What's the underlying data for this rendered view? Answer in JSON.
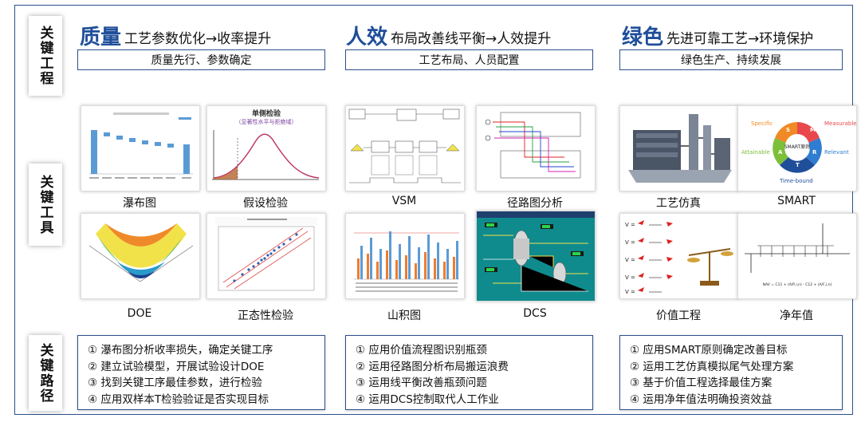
{
  "row_labels": [
    "关键工程",
    "关键工具",
    "关键路径"
  ],
  "columns": [
    {
      "big": "质量",
      "rest": "工艺参数优化→收率提升",
      "subtitle": "质量先行、参数确定",
      "tools": [
        {
          "name": "瀑布图",
          "icon": "waterfall-chart-icon"
        },
        {
          "name": "假设检验",
          "icon": "hypothesis-test-icon"
        },
        {
          "name": "DOE",
          "icon": "doe-surface-icon"
        },
        {
          "name": "正态性检验",
          "icon": "normality-plot-icon"
        }
      ],
      "paths": [
        "① 瀑布图分析收率损失，确定关键工序",
        "② 建立试验模型，开展试验设计DOE",
        "③ 找到关键工序最佳参数，进行检验",
        "④ 应用双样本T检验验证是否实现目标"
      ]
    },
    {
      "big": "人效",
      "rest": "布局改善线平衡→人效提升",
      "subtitle": "工艺布局、人员配置",
      "tools": [
        {
          "name": "VSM",
          "icon": "vsm-map-icon"
        },
        {
          "name": "径路图分析",
          "icon": "route-diagram-icon"
        },
        {
          "name": "山积图",
          "icon": "yamazumi-chart-icon"
        },
        {
          "name": "DCS",
          "icon": "dcs-screen-icon"
        }
      ],
      "paths": [
        "① 应用价值流程图识别瓶颈",
        "② 运用径路图分析布局搬运浪费",
        "③ 运用线平衡改善瓶颈问题",
        "④ 运用DCS控制取代人工作业"
      ]
    },
    {
      "big": "绿色",
      "rest": "先进可靠工艺→环境保护",
      "subtitle": "绿色生产、持续发展",
      "tools": [
        {
          "name": "工艺仿真",
          "icon": "process-simulation-icon"
        },
        {
          "name": "SMART",
          "icon": "smart-wheel-icon"
        },
        {
          "name": "价值工程",
          "icon": "value-engineering-icon"
        },
        {
          "name": "净年值",
          "icon": "net-annual-value-icon"
        }
      ],
      "paths": [
        "① 应用SMART原则确定改善目标",
        "② 运用工艺仿真模拟尾气处理方案",
        "③ 基于价值工程选择最佳方案",
        "④ 运用净年值法明确投资效益"
      ]
    }
  ],
  "thumb_text": {
    "hypo_title": "单侧检验",
    "hypo_sub": "（显著性水平与拒绝域）",
    "smart_letters": [
      "S",
      "M",
      "A",
      "R",
      "T"
    ],
    "smart_center": "SMART原则",
    "smart_labels": [
      "Specific",
      "Measurable",
      "Attainable",
      "Relevant",
      "Time-bound"
    ],
    "nav_formula": "NAV = C11 + (A/P,i,n) - C12 + (A/F,i,n)"
  },
  "colors": {
    "brand_blue": "#1f4e9a",
    "frame": "#2b4f8c",
    "bar_blue": "#5b9bd5",
    "bar_orange": "#ed7d31",
    "dcs_teal": "#0f8b8d"
  }
}
